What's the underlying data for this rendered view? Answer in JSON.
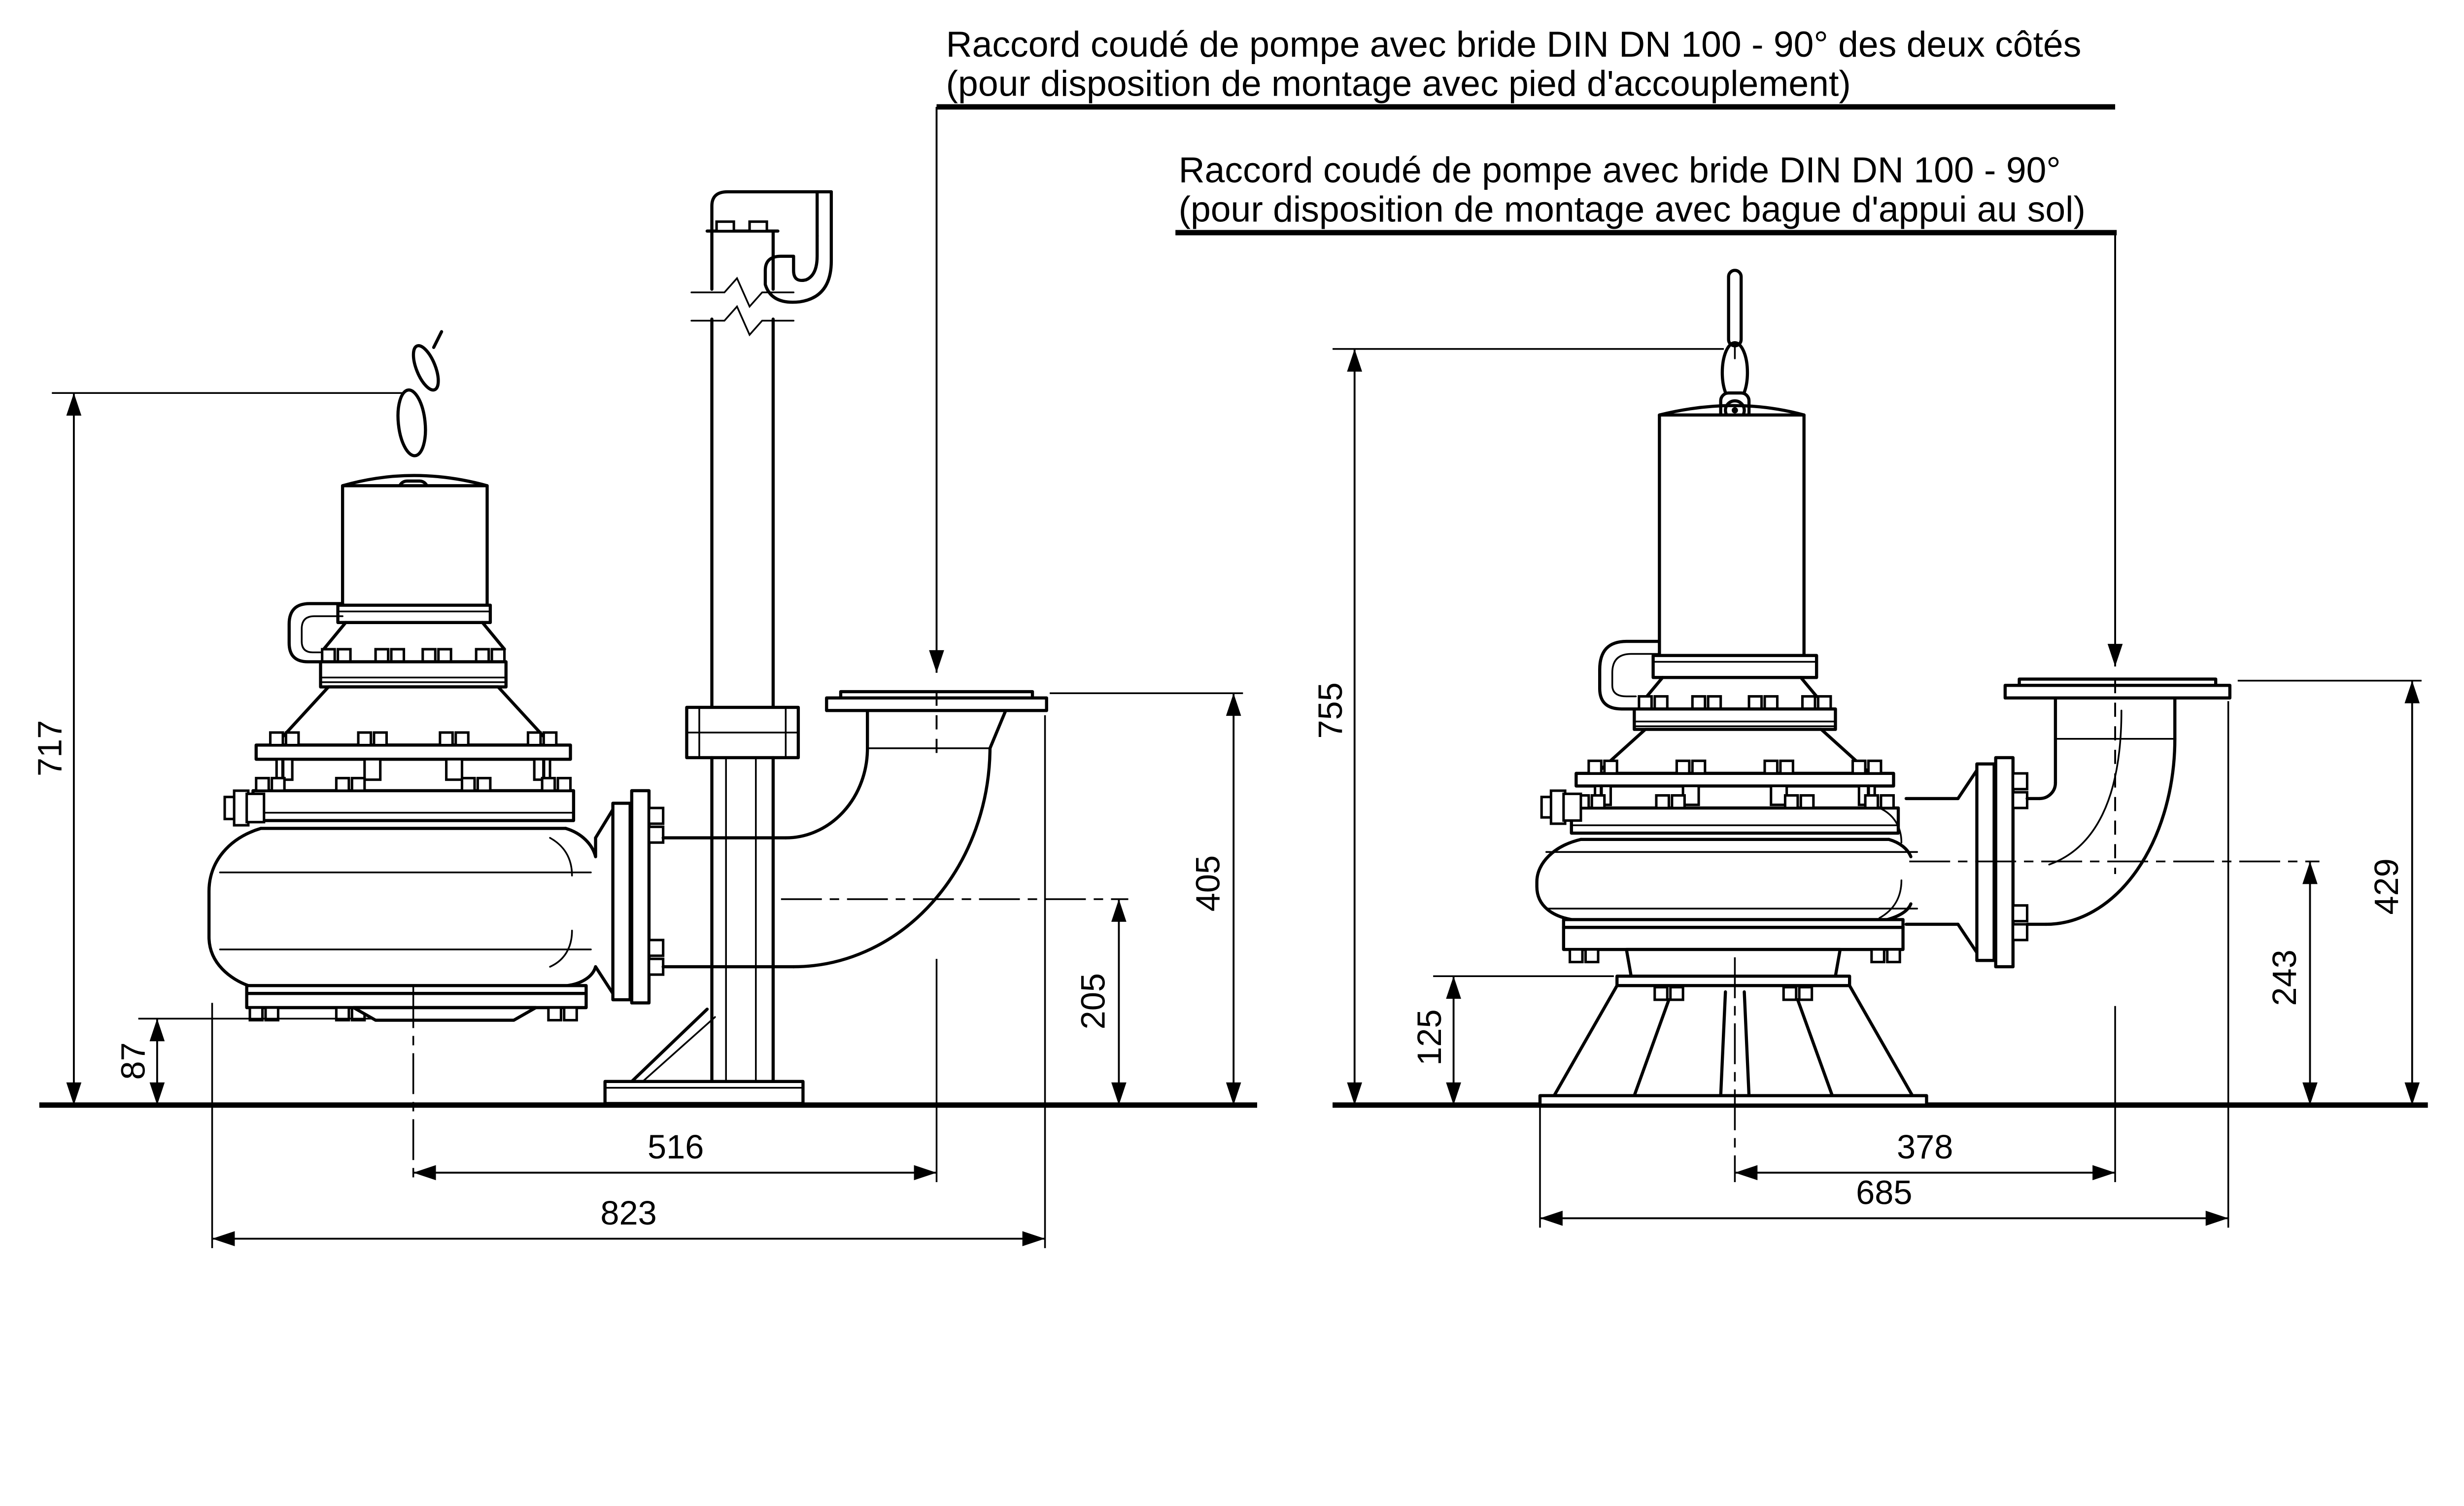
{
  "page": {
    "background": "#ffffff",
    "line_color": "#000000"
  },
  "annotations": {
    "coupling_foot_note": {
      "line1": "Raccord coudé de pompe avec bride DIN DN 100 - 90° des deux côtés",
      "line2": "(pour disposition de montage avec pied d'accouplement)"
    },
    "floor_ring_note": {
      "line1": "Raccord coudé de pompe avec bride DIN DN 100 - 90°",
      "line2": "(pour disposition de montage avec bague d'appui au sol)"
    }
  },
  "left_view": {
    "dimensions": {
      "overall_height": "717",
      "suction_ground_clearance": "87",
      "outlet_horizontal_offset": "516",
      "overall_length": "823",
      "discharge_centerline_height": "205",
      "outlet_flange_height": "405"
    }
  },
  "right_view": {
    "dimensions": {
      "overall_height": "755",
      "ring_stand_height": "125",
      "outlet_horizontal_offset": "378",
      "overall_length": "685",
      "discharge_centerline_height": "243",
      "outlet_flange_height": "429"
    }
  }
}
